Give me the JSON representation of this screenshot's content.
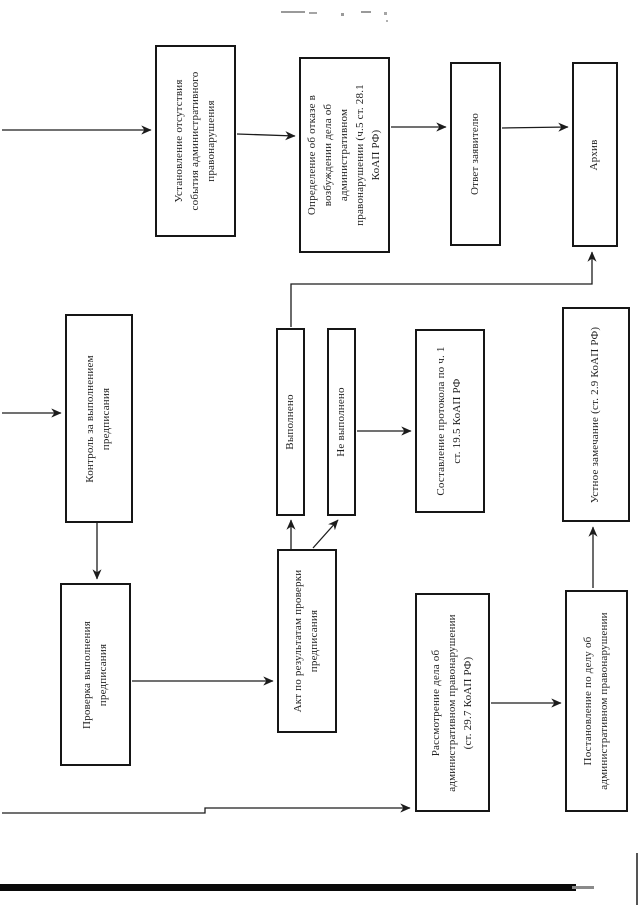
{
  "page": {
    "type": "scanned-flowchart",
    "background": "#ffffff",
    "ink": "#1c1c1c",
    "text_rotation": "90deg counter-clockwise"
  },
  "boxes": [
    {
      "id": "ustanovlenie",
      "label": "Установление отсутствия\nсобытия административного\nправонарушения"
    },
    {
      "id": "opredelenie",
      "label": "Определение об отказе в\nвозбуждении дела об\nадминистративном\nправонарушении (ч.5 ст. 28.1\nКоАП РФ)"
    },
    {
      "id": "otvet",
      "label": "Ответ заявителю"
    },
    {
      "id": "arhiv",
      "label": "Архив"
    },
    {
      "id": "kontrol",
      "label": "Контроль за выполнением\nпредписания"
    },
    {
      "id": "proverka",
      "label": "Проверка выполнения\nпредписания"
    },
    {
      "id": "vypolneno",
      "label": "Выполнено"
    },
    {
      "id": "ne-vypolneno",
      "label": "Не выполнено"
    },
    {
      "id": "sostavlenie",
      "label": "Составление протокола по ч. 1\nст. 19.5 КоАП РФ"
    },
    {
      "id": "ustnoe",
      "label": "Устное замечание (ст. 2.9 КоАП РФ)"
    },
    {
      "id": "akt",
      "label": "Акт по результатам проверки\nпредписания"
    },
    {
      "id": "rassmotrenie",
      "label": "Рассмотрение дела об\nадминистративном правонарушении\n(ст. 29.7 КоАП РФ)"
    },
    {
      "id": "postanovlenie",
      "label": "Постановление по делу об\nадминистративном правонарушении"
    }
  ],
  "connections": [
    {
      "from": "page-edge-top-left",
      "to": "ustanovlenie"
    },
    {
      "from": "ustanovlenie",
      "to": "opredelenie"
    },
    {
      "from": "opredelenie",
      "to": "otvet"
    },
    {
      "from": "otvet",
      "to": "arhiv"
    },
    {
      "from": "page-edge-left",
      "to": "kontrol"
    },
    {
      "from": "kontrol",
      "to": "proverka"
    },
    {
      "from": "proverka",
      "to": "akt"
    },
    {
      "from": "akt",
      "to": "vypolneno"
    },
    {
      "from": "akt",
      "to": "ne-vypolneno"
    },
    {
      "from": "ne-vypolneno",
      "to": "sostavlenie"
    },
    {
      "from": "vypolneno",
      "to": "arhiv"
    },
    {
      "from": "page-edge-bottom-left",
      "to": "rassmotrenie"
    },
    {
      "from": "rassmotrenie",
      "to": "postanovlenie"
    },
    {
      "from": "postanovlenie",
      "to": "ustnoe"
    }
  ]
}
